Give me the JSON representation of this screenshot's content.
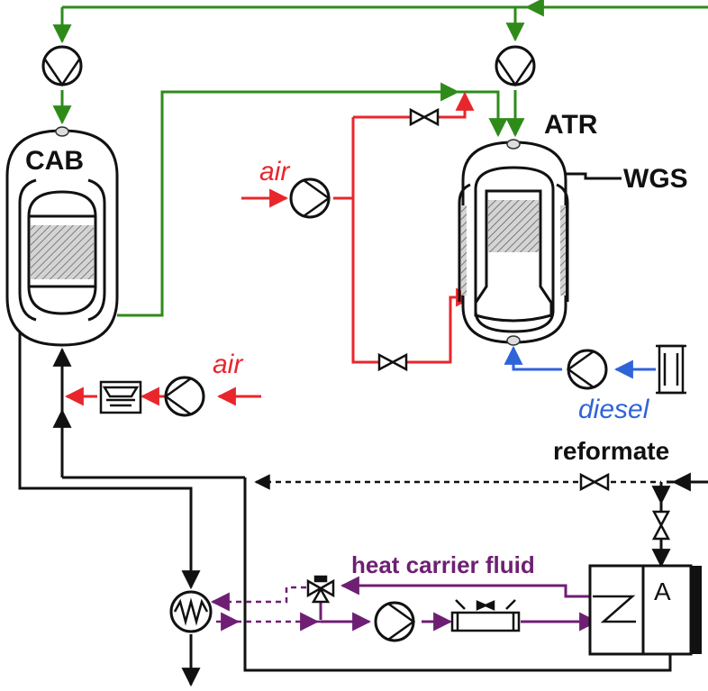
{
  "labels": {
    "cab": "CAB",
    "atr": "ATR",
    "wgs": "WGS",
    "air_top": "air",
    "air_bottom": "air",
    "diesel": "diesel",
    "reformate": "reformate",
    "heat_carrier": "heat carrier fluid",
    "unit_a": "A"
  },
  "colors": {
    "green": "#2e8b1a",
    "red": "#e8262c",
    "blue": "#2f63d8",
    "purple": "#6e1f73",
    "black": "#111111",
    "catalyst": "#9a9a9a"
  }
}
